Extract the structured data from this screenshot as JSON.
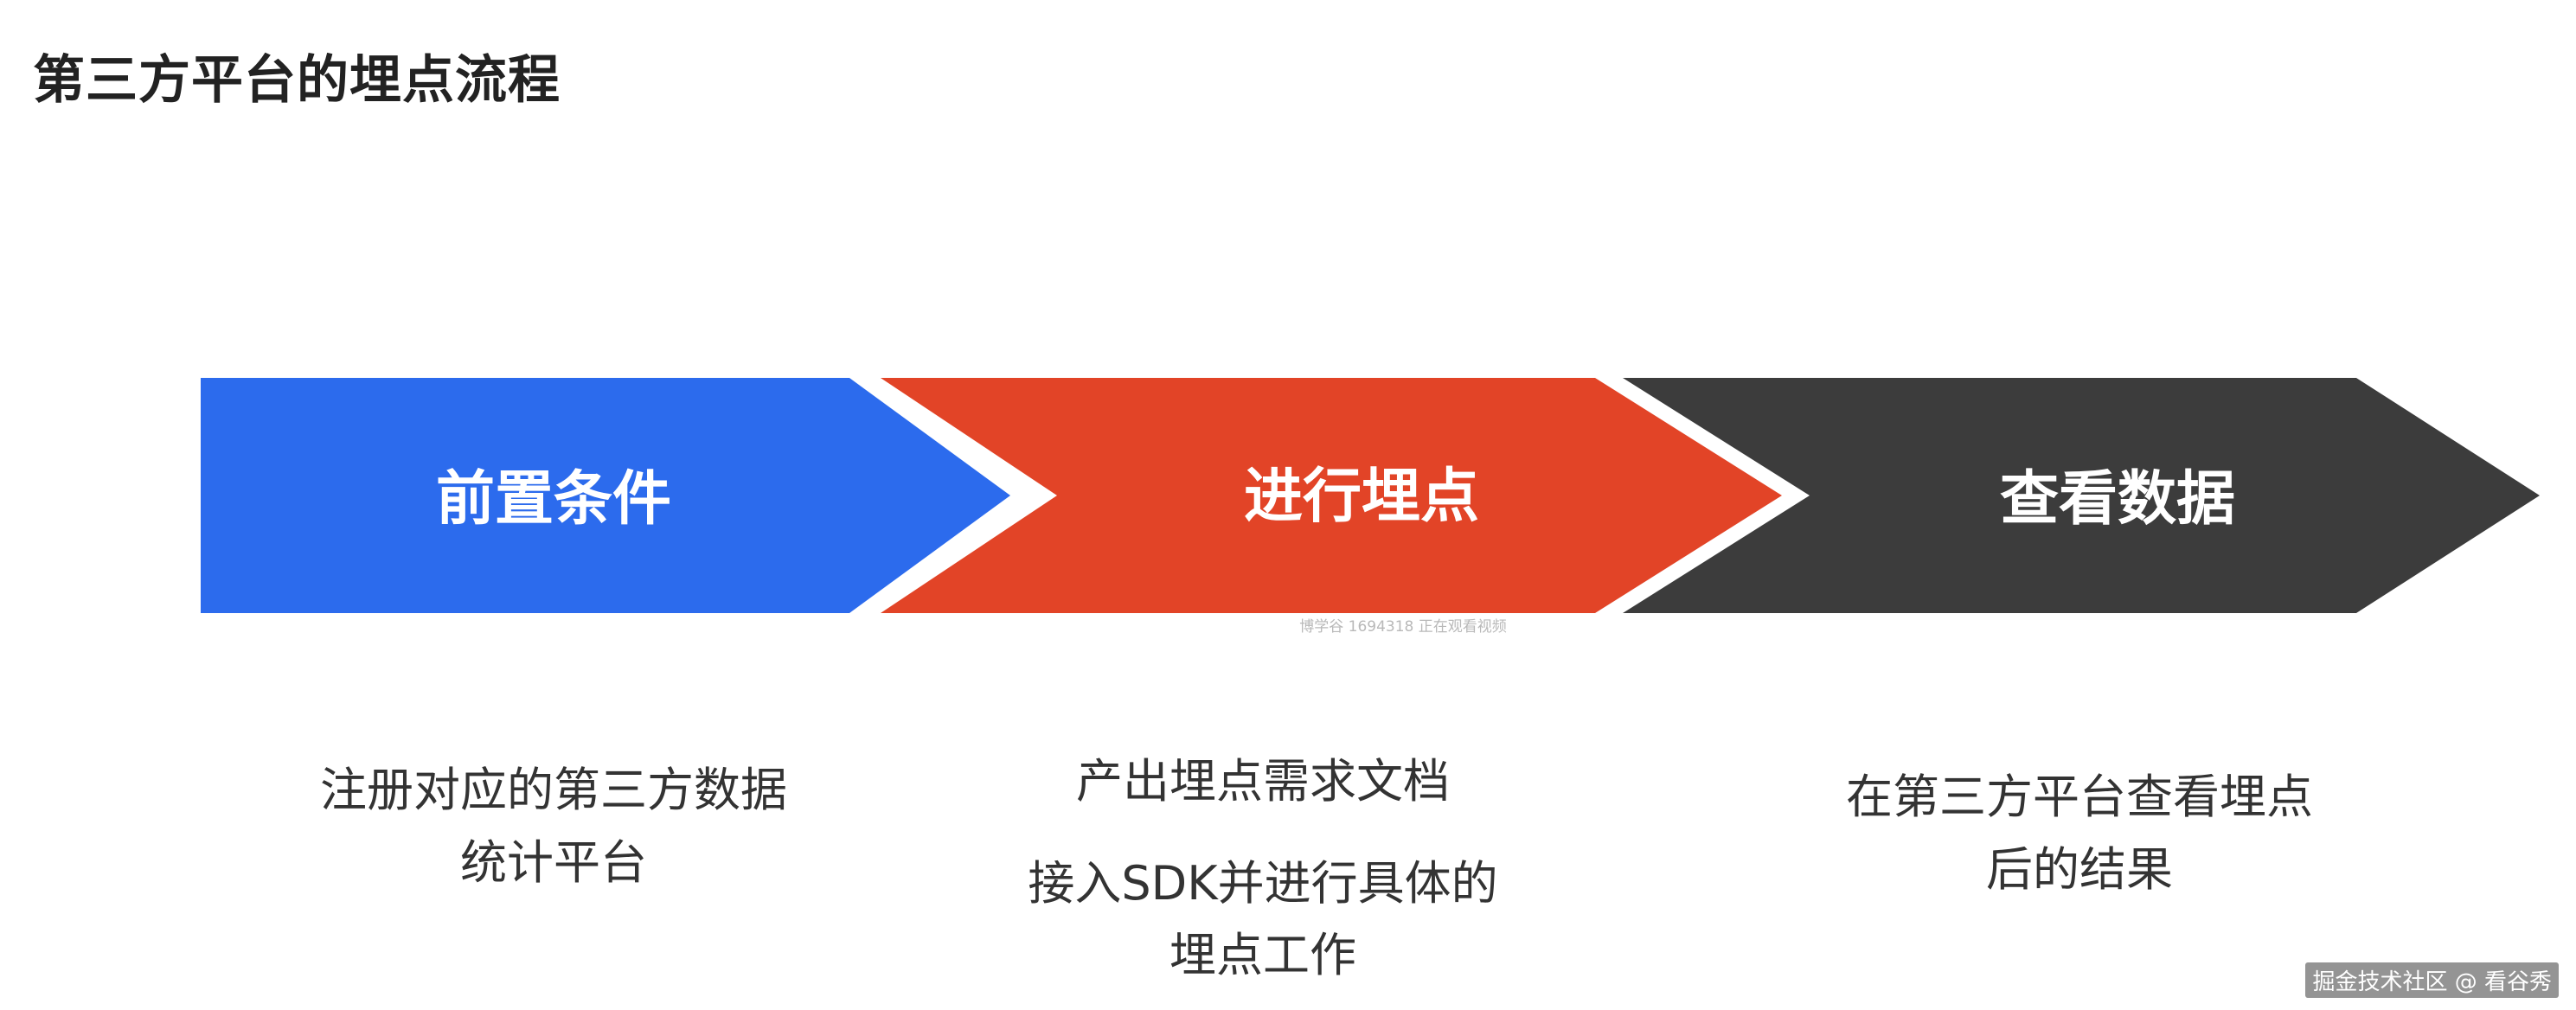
{
  "title": "第三方平台的埋点流程",
  "steps": [
    {
      "label": "前置条件",
      "color": "#2c6bed",
      "description": [
        "注册对应的第三方数据",
        "统计平台"
      ]
    },
    {
      "label": "进行埋点",
      "color": "#e24427",
      "description": [
        "产出埋点需求文档",
        "接入SDK并进行具体的",
        "埋点工作"
      ]
    },
    {
      "label": "查看数据",
      "color": "#3c3c3c",
      "description": [
        "在第三方平台查看埋点",
        "后的结果"
      ]
    }
  ],
  "watermark_center": "博学谷 1694318 正在观看视频",
  "footer_watermark": "掘金技术社区 @ 看谷秀"
}
